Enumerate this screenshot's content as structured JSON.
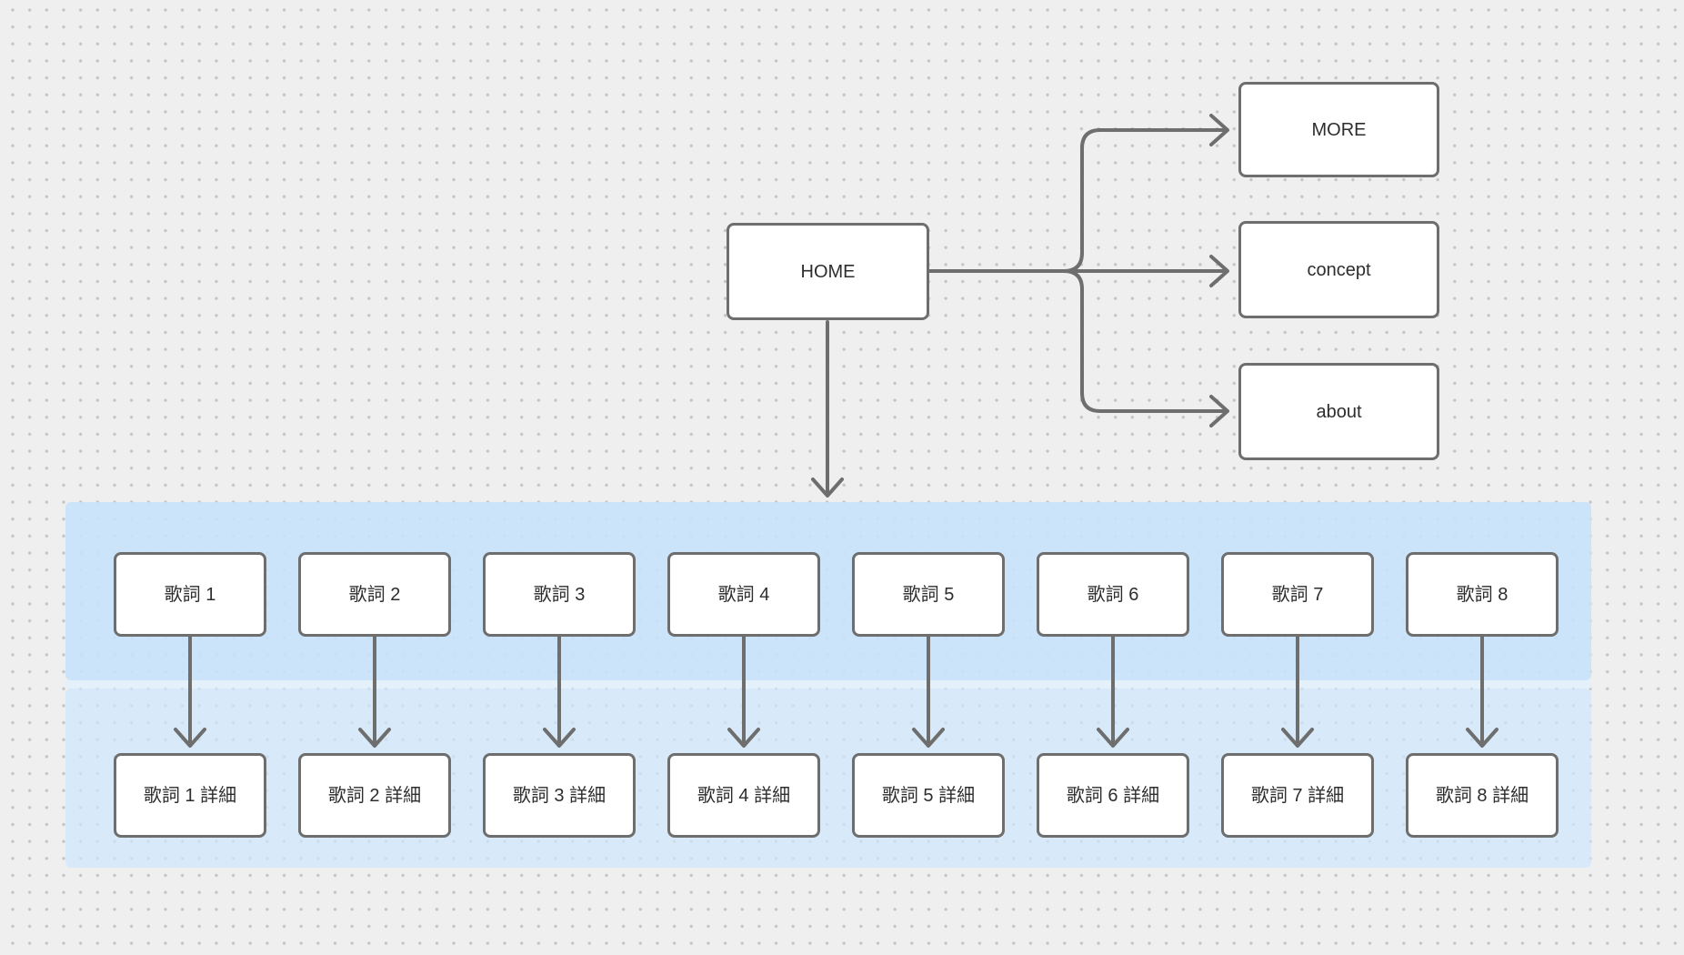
{
  "canvas": {
    "type": "diagram-canvas",
    "background_color": "#efefef",
    "dot_grid_color": "#c3c3c3"
  },
  "colors": {
    "canvas-bg": "#efefef",
    "stroke": "#6e6e6e",
    "node-fill": "#ffffff",
    "text": "#2d2d2d",
    "band-top": "#cbe4f9",
    "band-bottom": "#d7eafb"
  },
  "nodes": {
    "home": {
      "label": "HOME"
    },
    "more": {
      "label": "MORE"
    },
    "concept": {
      "label": "concept"
    },
    "about": {
      "label": "about"
    }
  },
  "columns": [
    {
      "top": "歌詞 1",
      "bottom": "歌詞 1 詳細"
    },
    {
      "top": "歌詞 2",
      "bottom": "歌詞 2 詳細"
    },
    {
      "top": "歌詞 3",
      "bottom": "歌詞 3 詳細"
    },
    {
      "top": "歌詞 4",
      "bottom": "歌詞 4 詳細"
    },
    {
      "top": "歌詞 5",
      "bottom": "歌詞 5 詳細"
    },
    {
      "top": "歌詞 6",
      "bottom": "歌詞 6 詳細"
    },
    {
      "top": "歌詞 7",
      "bottom": "歌詞 7 詳細"
    },
    {
      "top": "歌詞 8",
      "bottom": "歌詞 8 詳細"
    }
  ]
}
